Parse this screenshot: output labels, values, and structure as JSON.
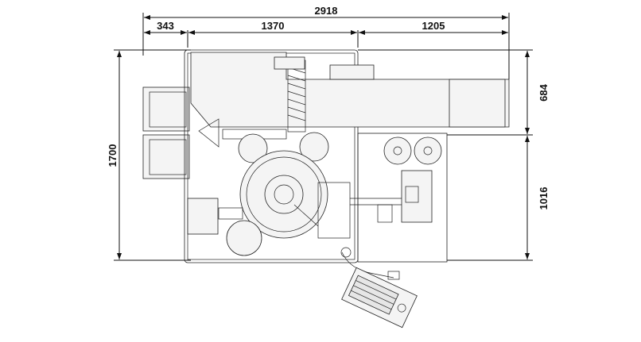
{
  "drawing": {
    "title": "Machine layout plan view",
    "dimensions": {
      "overall_width": "2918",
      "left_section": "343",
      "middle_section": "1370",
      "right_section": "1205",
      "overall_depth": "1700",
      "conveyor_depth": "684",
      "right_unit_depth": "1016"
    }
  }
}
